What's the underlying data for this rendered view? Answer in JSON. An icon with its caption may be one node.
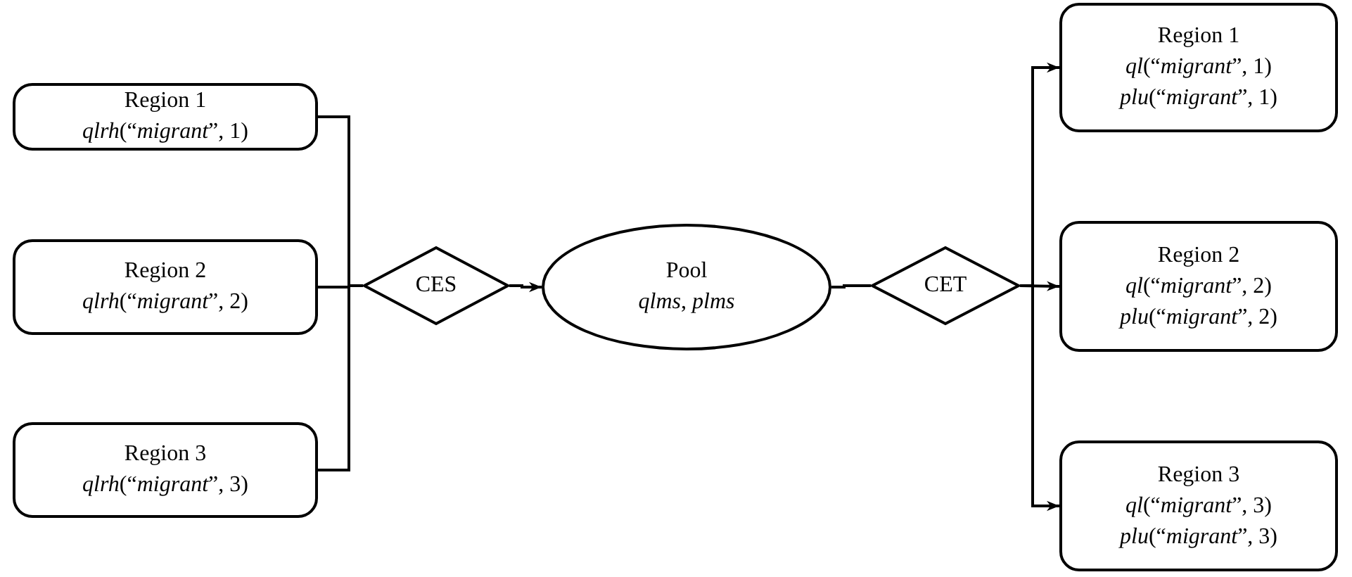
{
  "diagram": {
    "nodes": [
      {
        "text": [
          "Region 1",
          "*qlrh*(“*migrant*”, 1)"
        ]
      },
      {
        "text": [
          "Region 2",
          "*qlrh*(“*migrant*”, 2)"
        ]
      },
      {
        "text": [
          "Region 3",
          "*qlrh*(“*migrant*”, 3)"
        ]
      },
      {
        "text": [
          "CES"
        ]
      },
      {
        "text": [
          "Pool",
          "*qlms*, *plms*"
        ]
      },
      {
        "text": [
          "CET"
        ]
      },
      {
        "text": [
          "Region 1",
          "*ql*(“*migrant*”, 1)",
          "*plu*(“*migrant*”, 1)"
        ]
      },
      {
        "text": [
          "Region 2",
          "*ql*(“*migrant*”, 2)",
          "*plu*(“*migrant*”, 2)"
        ]
      },
      {
        "text": [
          "Region 3",
          "*ql*(“*migrant*”, 3)",
          "*plu*(“*migrant*”, 3)"
        ]
      }
    ],
    "edges": [
      {
        "from": 0,
        "to": 3,
        "arrow": "none"
      },
      {
        "from": 1,
        "to": 3,
        "arrow": "none"
      },
      {
        "from": 2,
        "to": 3,
        "arrow": "none"
      },
      {
        "from": 3,
        "to": 4,
        "arrow": "to"
      },
      {
        "from": 4,
        "to": 5,
        "arrow": "none"
      },
      {
        "from": 5,
        "to": 6,
        "arrow": "to"
      },
      {
        "from": 5,
        "to": 7,
        "arrow": "to"
      },
      {
        "from": 5,
        "to": 8,
        "arrow": "to"
      }
    ]
  }
}
